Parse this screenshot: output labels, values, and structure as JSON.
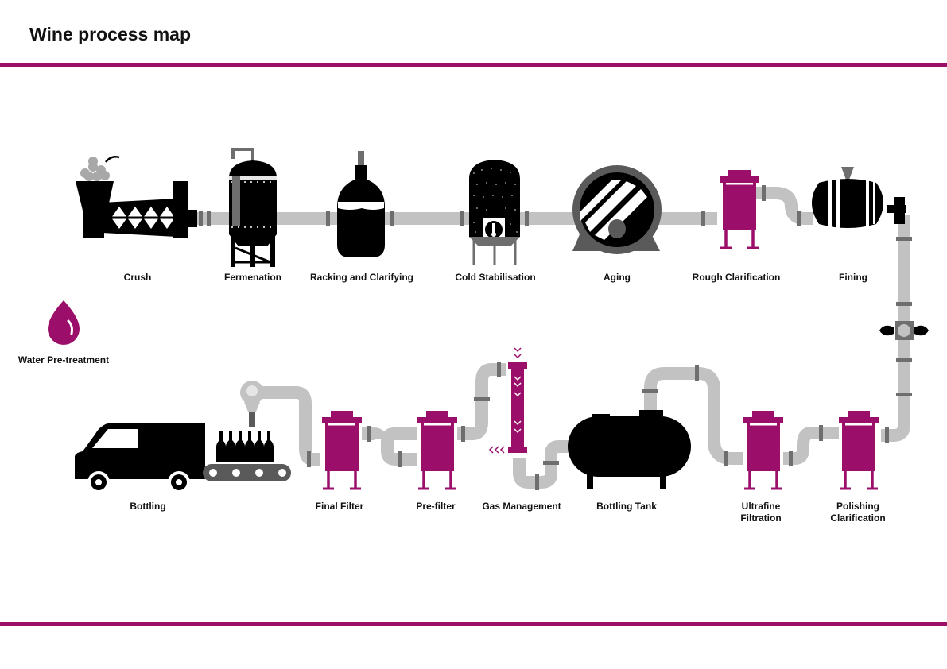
{
  "header": {
    "title": "Wine process map"
  },
  "colors": {
    "accent": "#9b0f6a",
    "pipe": "#c2c2c2",
    "pipe_joint": "#6e6e6e",
    "equipment": "#000000",
    "aging_gray": "#5a5a5a"
  },
  "stages": [
    {
      "id": "crush",
      "label": "Crush",
      "icon": "crusher-icon"
    },
    {
      "id": "fermentation",
      "label": "Fermenation",
      "icon": "fermentation-tank-icon"
    },
    {
      "id": "racking",
      "label": "Racking and Clarifying",
      "icon": "carboy-icon"
    },
    {
      "id": "cold",
      "label": "Cold Stabilisation",
      "icon": "cold-tank-icon"
    },
    {
      "id": "aging",
      "label": "Aging",
      "icon": "barrel-aging-icon"
    },
    {
      "id": "rough",
      "label": "Rough Clarification",
      "icon": "filter-housing-icon"
    },
    {
      "id": "fining",
      "label": "Fining",
      "icon": "barrel-icon"
    },
    {
      "id": "water",
      "label": "Water Pre-treatment",
      "icon": "water-drop-icon"
    },
    {
      "id": "bottling",
      "label": "Bottling",
      "icon": "delivery-van-icon"
    },
    {
      "id": "final",
      "label": "Final Filter",
      "icon": "filter-housing-icon"
    },
    {
      "id": "prefilter",
      "label": "Pre-filter",
      "icon": "filter-housing-icon"
    },
    {
      "id": "gas",
      "label": "Gas Management",
      "icon": "gas-sparger-icon"
    },
    {
      "id": "btank",
      "label": "Bottling Tank",
      "icon": "storage-tank-icon"
    },
    {
      "id": "ultra",
      "label_lines": [
        "Ultrafine",
        "Filtration"
      ],
      "icon": "filter-housing-icon"
    },
    {
      "id": "polish",
      "label_lines": [
        "Polishing",
        "Clarification"
      ],
      "icon": "filter-housing-icon"
    }
  ]
}
